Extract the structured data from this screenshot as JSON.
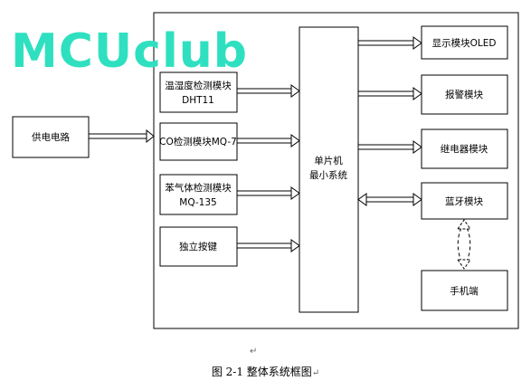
{
  "watermark": "MCUclub",
  "power": {
    "label": "供电电路"
  },
  "sensors": [
    {
      "line1": "温湿度检测模块",
      "line2": "DHT11"
    },
    {
      "line1": "CO检测模块MQ-7",
      "line2": ""
    },
    {
      "line1": "苯气体检测模块",
      "line2": "MQ-135"
    },
    {
      "line1": "独立按键",
      "line2": ""
    }
  ],
  "mcu": {
    "line1": "单片机",
    "line2": "最小系统"
  },
  "outputs": [
    {
      "label": "显示模块OLED"
    },
    {
      "label": "报警模块"
    },
    {
      "label": "继电器模块"
    },
    {
      "label": "蓝牙模块"
    }
  ],
  "phone": {
    "label": "手机端"
  },
  "caption": {
    "text": "图 2-1 整体系统框图",
    "mark": "↵"
  },
  "para_mark": "↵"
}
